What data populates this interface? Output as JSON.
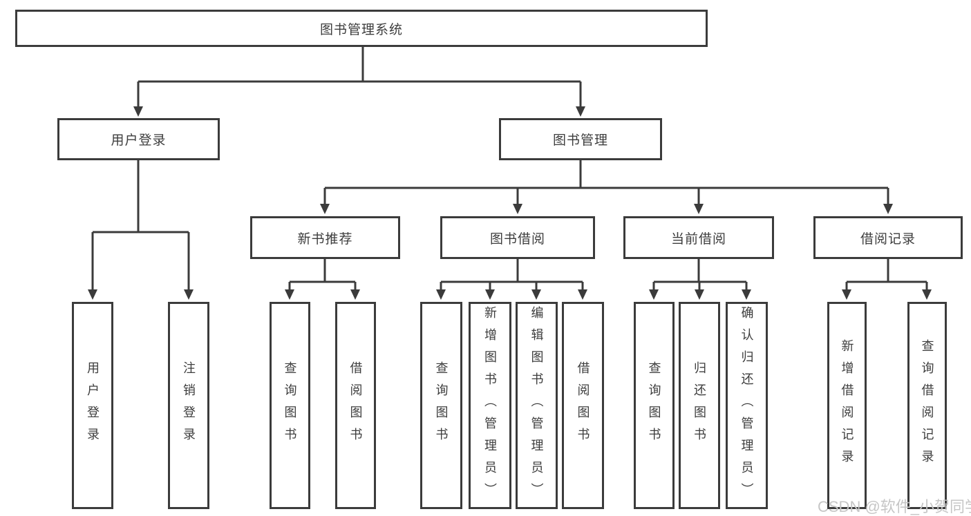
{
  "diagram": {
    "root": {
      "label": "图书管理系统"
    },
    "branches": [
      {
        "label": "用户登录",
        "children": [
          {
            "label": "用户登录"
          },
          {
            "label": "注销登录"
          }
        ]
      },
      {
        "label": "图书管理",
        "children": [
          {
            "label": "新书推荐",
            "children": [
              {
                "label": "查询图书"
              },
              {
                "label": "借阅图书"
              }
            ]
          },
          {
            "label": "图书借阅",
            "children": [
              {
                "label": "查询图书"
              },
              {
                "label": "新增图书（管理员）"
              },
              {
                "label": "编辑图书（管理员）"
              },
              {
                "label": "借阅图书"
              }
            ]
          },
          {
            "label": "当前借阅",
            "children": [
              {
                "label": "查询图书"
              },
              {
                "label": "归还图书"
              },
              {
                "label": "确认归还（管理员）"
              }
            ]
          },
          {
            "label": "借阅记录",
            "children": [
              {
                "label": "新增借阅记录"
              },
              {
                "label": "查询借阅记录"
              }
            ]
          }
        ]
      }
    ]
  },
  "watermark": {
    "text": "CSDN @软件_小贺同学"
  },
  "colors": {
    "line": "#3b3b3b",
    "text": "#3d3d3d",
    "background": "#ffffff",
    "watermark": "#c6c6c6"
  }
}
